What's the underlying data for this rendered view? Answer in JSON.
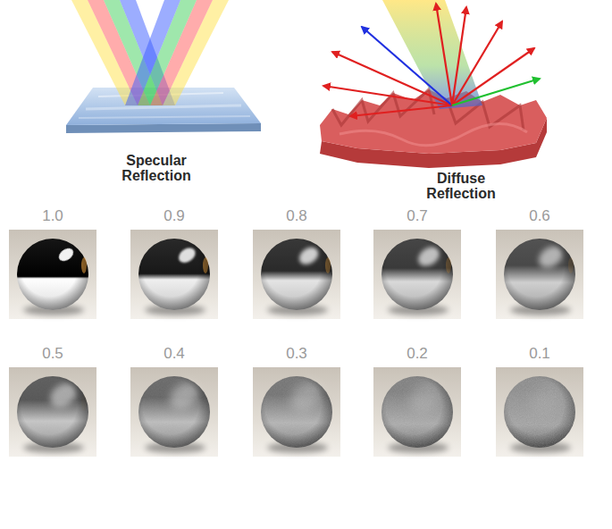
{
  "diagram": {
    "labels": [
      "Specular Reflection",
      "Diffuse Reflection",
      "1.0",
      "0.9",
      "0.8",
      "0.7",
      "0.6",
      "0.5",
      "0.4",
      "0.3",
      "0.2",
      "0.1"
    ]
  }
}
